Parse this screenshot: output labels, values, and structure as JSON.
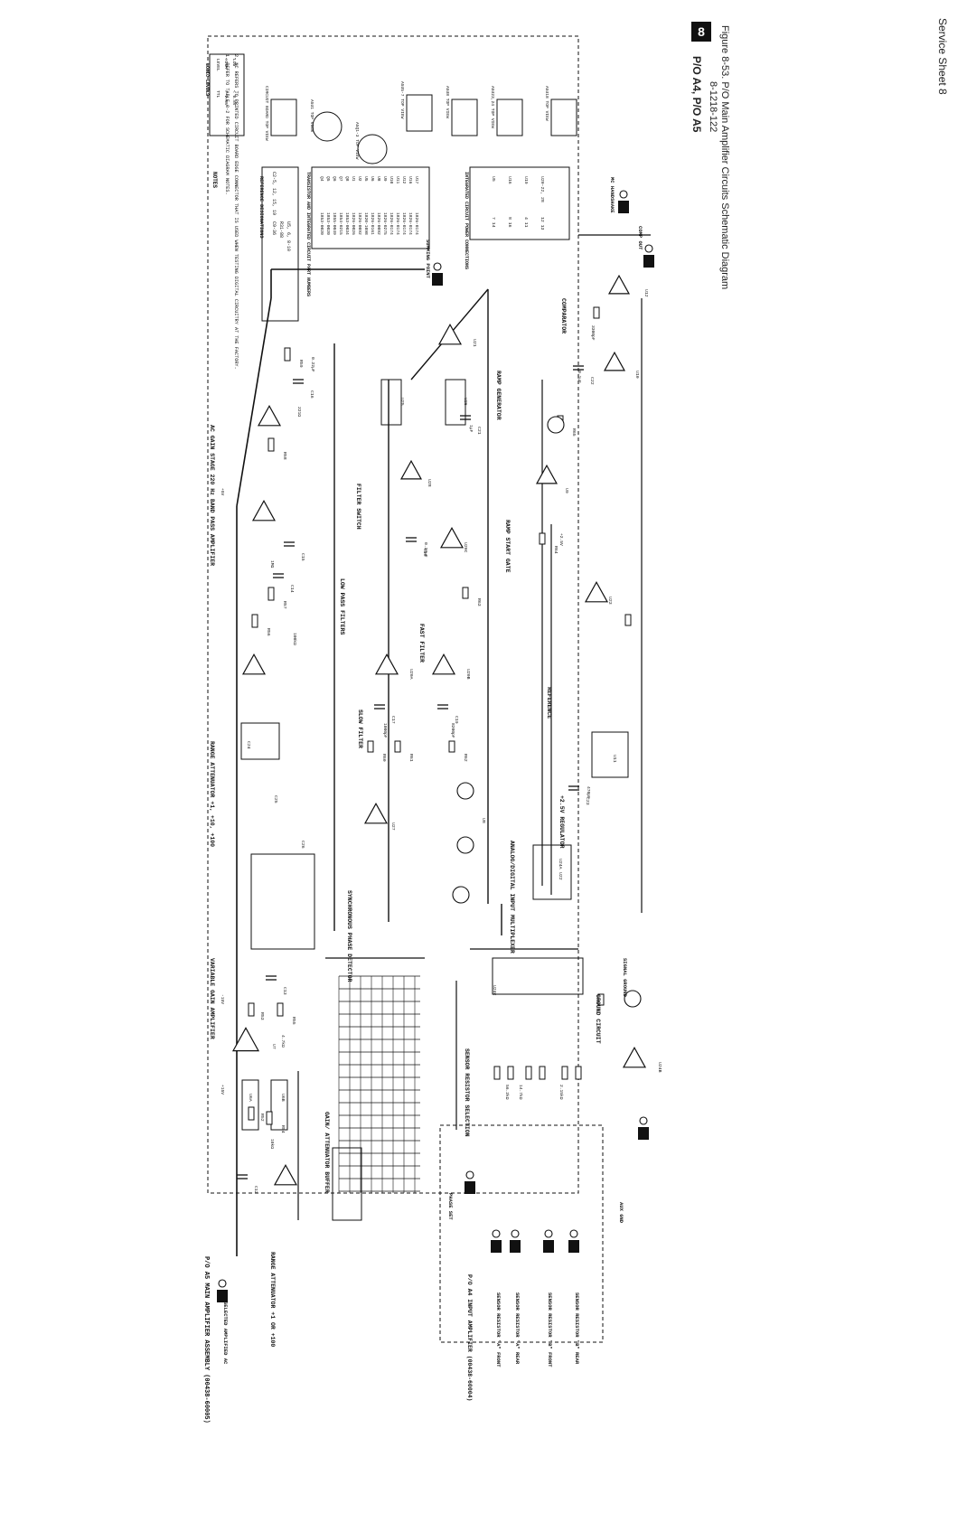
{
  "header": {
    "service_sheet": "Service Sheet 8",
    "figure_caption": "Figure 8-53. P/O Main Amplifier Circuits Schematic Diagram",
    "figure_number": "8-1218-122",
    "board_label": "P/O A4, P/O A5",
    "sheet_badge": "8"
  },
  "assemblies": {
    "a5": "P/O A5 MAIN AMPLIFIER ASSEMBLY (00438-60005)",
    "a4": "P/O A4 INPUT AMPLIFIER (00438-60004)"
  },
  "sections": [
    "RANGE ATTENUATOR +1 OR +100",
    "VARIABLE GAIN AMPLIFIER",
    "RANGE ATTENUATOR +1, +10, +100",
    "AC GAIN STAGE 220 Hz BAND PASS AMPLIFIER",
    "SYNCHRONOUS PHASE DETECTOR",
    "SLOW FILTER",
    "LOW PASS FILTERS",
    "FAST FILTER",
    "FILTER SWITCH",
    "RAMP GENERATOR",
    "RAMP START GATE",
    "COMPARATOR",
    "REFERENCE",
    "+2.5V REGULATOR",
    "ANALOG/DIGITAL INPUT MULTIPLEXER",
    "SENSOR RESISTOR SELECTION",
    "GROUND CIRCUIT",
    "GAIN/ ATTENUATOR BUFFER"
  ],
  "notes": {
    "title": "NOTES",
    "items": [
      "1. REFER TO TABLE 8-2 FOR SCHEMATIC DIAGRAM NOTES.",
      "2. NC REFERS TO PRINTED CIRCUIT BOARD EDGE CONNECTOR THAT IS USED WHEN TESTING DIGITAL CIRCUITRY AT THE FACTORY."
    ]
  },
  "reference_table": {
    "title": "REFERENCE DESIGNATIONS",
    "columns": [
      "NO PREFIX",
      "A5"
    ],
    "rows": [
      [
        "C2-5, 12, 15, 19",
        "C9-36"
      ],
      [
        "",
        "R31-88"
      ],
      [
        "",
        "U5, 6, 8-10"
      ]
    ]
  },
  "transistor_table": {
    "title": "TRANSISTOR AND INTEGRATED CIRCUIT PART NUMBERS",
    "rows": [
      [
        "Q4",
        "1853-0020"
      ],
      [
        "Q5",
        "1853-0020"
      ],
      [
        "Q6",
        "1855-0049"
      ],
      [
        "Q7",
        "1854-0215"
      ],
      [
        "Q8",
        "1853-0034"
      ],
      [
        "U1",
        "1826-0026"
      ],
      [
        "U2",
        "1826-0092"
      ],
      [
        "U5",
        "1820-1098"
      ],
      [
        "U6",
        "1826-0161"
      ],
      [
        "U8",
        "1826-0092"
      ],
      [
        "U9",
        "1826-0275"
      ],
      [
        "U10",
        "1826-0174"
      ],
      [
        "U11",
        "1826-0174"
      ],
      [
        "U12",
        "1826-0174"
      ],
      [
        "U16",
        "1826-0174"
      ],
      [
        "U17",
        "1826-0174"
      ]
    ]
  },
  "power_table": {
    "title": "INTEGRATED CIRCUIT POWER CONNECTIONS",
    "columns": [
      "REFERENCE DESIGNATION",
      "GND",
      "+5V",
      "-15V",
      "+15V"
    ],
    "rows": [
      [
        "U5",
        "7",
        "14",
        "",
        ""
      ],
      [
        "U16",
        "8",
        "16",
        "",
        ""
      ],
      [
        "U19",
        "",
        "",
        "4",
        "11"
      ],
      [
        "U20-22, 28",
        "",
        "",
        "12",
        "13"
      ]
    ]
  },
  "logic_table": {
    "title": "LOGIC LEVELS",
    "rows": [
      [
        "LEVEL",
        "TTL"
      ],
      [
        "HIGH",
        "> 2.0V"
      ],
      [
        "LOW",
        "< 0.8V"
      ]
    ]
  },
  "pinout_labels": [
    "CIRCUIT BOARD TOP VIEW",
    "A5U1 TOP VIEW",
    "A5Q1-3 TOP VIEW",
    "A5U5-7 TOP VIEW",
    "A5U8 TOP VIEW",
    "A5U23,24 TOP VIEW",
    "A5U18 TOP VIEW"
  ],
  "inputs": [
    "SELECTED AMPLIFIED AC",
    "SENSOR RESISTOR \"A\" FRONT",
    "SENSOR RESISTOR \"A\" REAR",
    "SENSOR RESISTOR \"B\" FRONT",
    "SENSOR RESISTOR \"B\" REAR",
    "PHASE SET",
    "AUX GND"
  ],
  "outputs": [
    "SUMMING POINT",
    "COMP OUT",
    "MC HANDSHAKE",
    "SIGNAL GROUND"
  ],
  "refs": [
    "U6A",
    "U6B",
    "U7",
    "U8",
    "U9",
    "U10",
    "U11",
    "U12",
    "U20A",
    "U20B",
    "U20C",
    "U21",
    "U22",
    "U23",
    "U24A",
    "U24B",
    "U24C",
    "U25",
    "U26",
    "U27",
    "U28",
    "R52",
    "R53",
    "R54",
    "R55",
    "R56",
    "R57",
    "R58",
    "R59",
    "R60",
    "R61",
    "R62",
    "R63",
    "R64",
    "R65",
    "C12",
    "C13",
    "C14",
    "C15",
    "C16",
    "C17",
    "C19",
    "C20",
    "C21",
    "C22",
    "C23",
    "C24",
    "C25",
    "C26"
  ],
  "values": [
    "10kΩ",
    "4.7kΩ",
    "100kΩ",
    "1MΩ",
    "221Ω",
    "0.22µF",
    "1000pF",
    "8200pF",
    "0.33µF",
    "1µF",
    "+15V",
    "-15V",
    "+5V",
    "+2.5V",
    "56.2kΩ",
    "14.7kΩ",
    "2.15kΩ",
    "0.1µF",
    "470pF",
    "3300pF"
  ]
}
